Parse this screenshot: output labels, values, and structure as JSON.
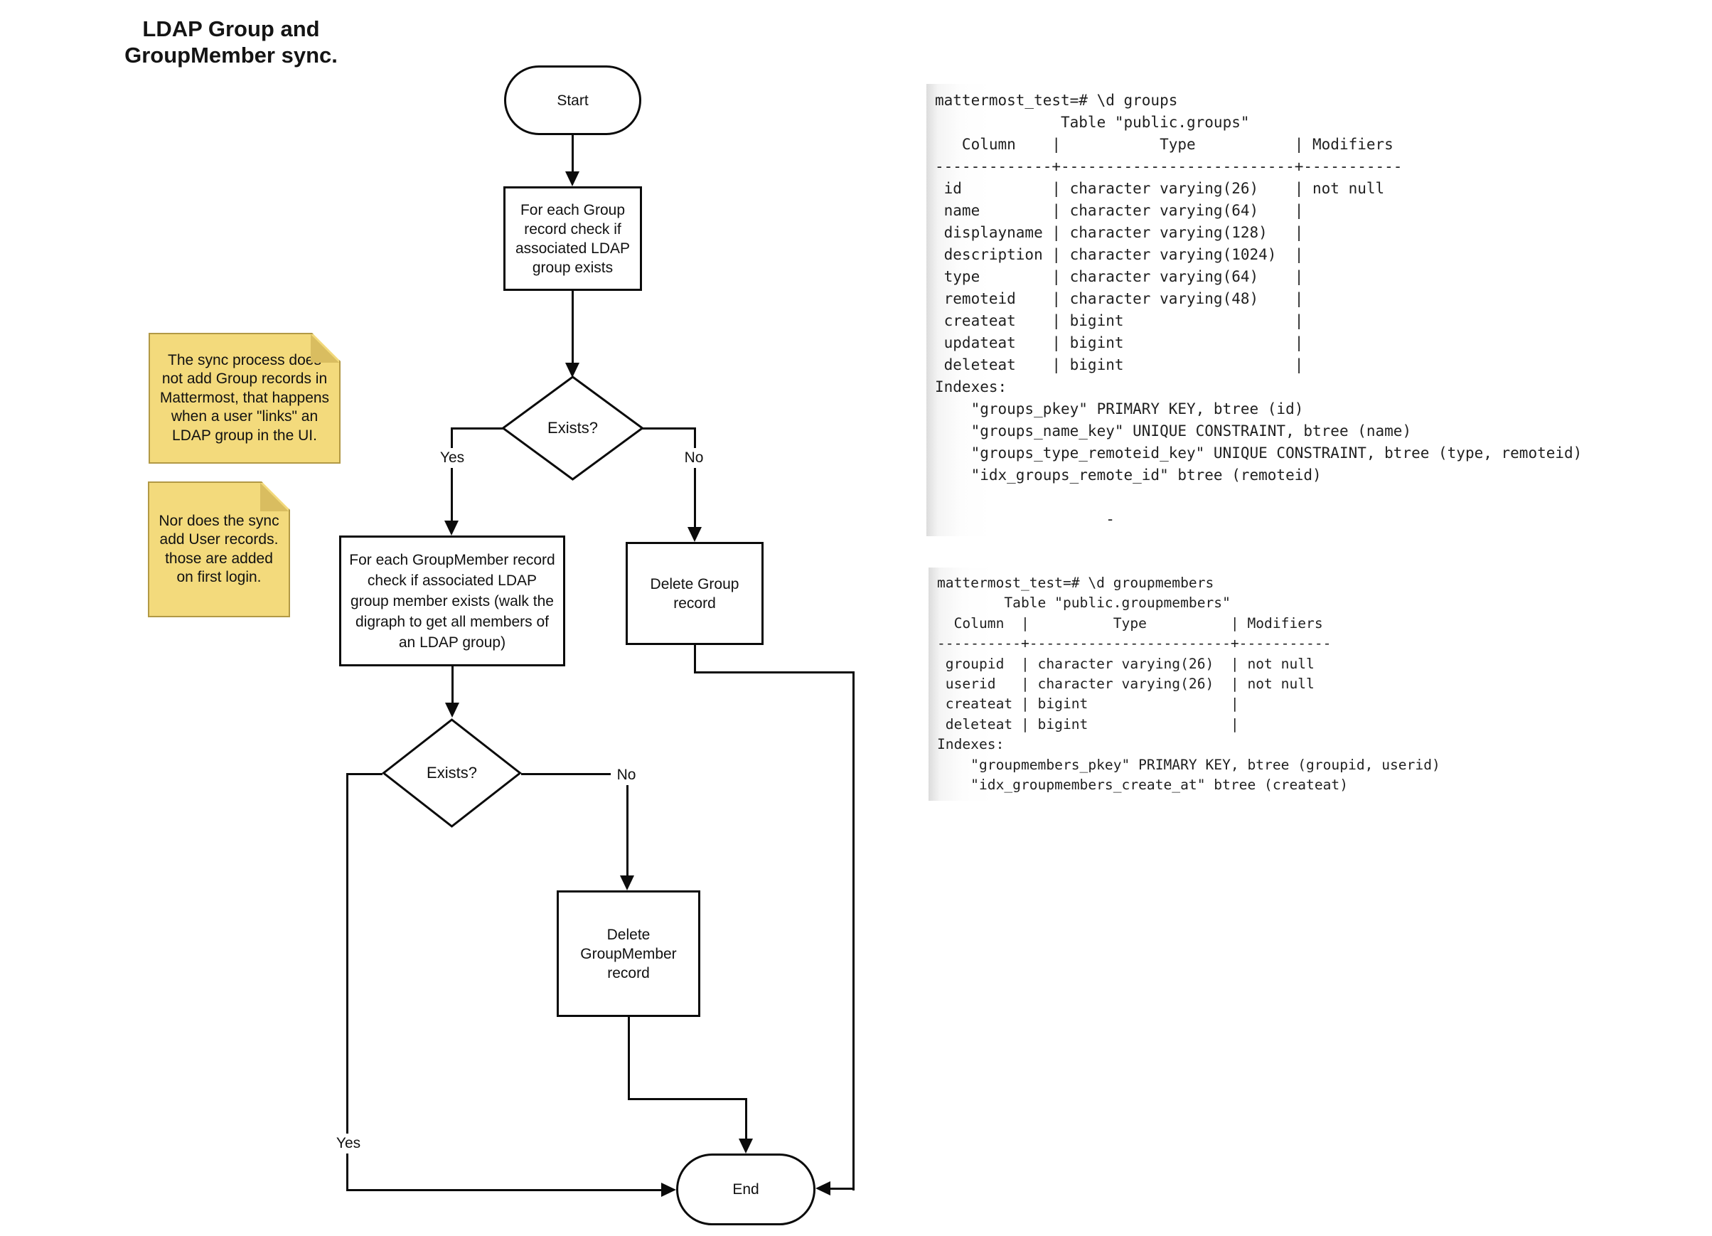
{
  "title": "LDAP Group and\nGroupMember sync.",
  "flowchart": {
    "start": "Start",
    "check_group": "For each Group\nrecord check if\nassociated LDAP\ngroup exists",
    "exists_group": "Exists?",
    "check_groupmember": "For each GroupMember record\ncheck if associated LDAP\ngroup member exists (walk the\ndigraph to get all members of\nan LDAP group)",
    "delete_group": "Delete Group\nrecord",
    "exists_groupmember": "Exists?",
    "delete_groupmember": "Delete\nGroupMember\nrecord",
    "end": "End",
    "labels": {
      "yes1": "Yes",
      "no1": "No",
      "yes2": "Yes",
      "no2": "No"
    }
  },
  "notes": [
    {
      "text": "The sync process does\nnot add Group records in\nMattermost, that happens\nwhen a user \"links\" an\nLDAP group in the UI."
    },
    {
      "text": "Nor does the sync\nadd User records.\nthose are added\non first login."
    }
  ],
  "terminals": [
    {
      "lines": [
        "mattermost_test=# \\d groups",
        "              Table \"public.groups\"",
        "   Column    |           Type           | Modifiers",
        "-------------+--------------------------+-----------",
        " id          | character varying(26)    | not null",
        " name        | character varying(64)    | ",
        " displayname | character varying(128)   | ",
        " description | character varying(1024)  | ",
        " type        | character varying(64)    | ",
        " remoteid    | character varying(48)    | ",
        " createat    | bigint                   | ",
        " updateat    | bigint                   | ",
        " deleteat    | bigint                   | ",
        "Indexes:",
        "    \"groups_pkey\" PRIMARY KEY, btree (id)",
        "    \"groups_name_key\" UNIQUE CONSTRAINT, btree (name)",
        "    \"groups_type_remoteid_key\" UNIQUE CONSTRAINT, btree (type, remoteid)",
        "    \"idx_groups_remote_id\" btree (remoteid)",
        "",
        "                   -"
      ]
    },
    {
      "lines": [
        "mattermost_test=# \\d groupmembers",
        "        Table \"public.groupmembers\"",
        "  Column  |          Type          | Modifiers",
        "----------+------------------------+-----------",
        " groupid  | character varying(26)  | not null",
        " userid   | character varying(26)  | not null",
        " createat | bigint                 | ",
        " deleteat | bigint                 | ",
        "Indexes:",
        "    \"groupmembers_pkey\" PRIMARY KEY, btree (groupid, userid)",
        "    \"idx_groupmembers_create_at\" btree (createat)"
      ]
    }
  ],
  "colors": {
    "note_fill": "#F3DA7C",
    "note_border": "#B29945",
    "note_fold": "#D9BD60",
    "shape_stroke": "#0b0b0b",
    "terminal_text": "#1f1f1f",
    "background": "#ffffff"
  }
}
